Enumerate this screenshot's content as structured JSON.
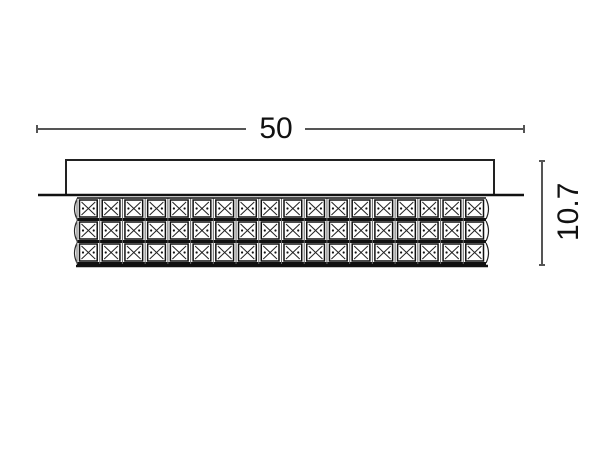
{
  "diagram": {
    "type": "technical-dimension-drawing",
    "subject": "rectangular crystal ceiling light, side elevation",
    "dimensions": {
      "width": {
        "label": "50",
        "orientation": "horizontal"
      },
      "height": {
        "label": "10.7",
        "orientation": "vertical"
      }
    },
    "crystal_band": {
      "columns": 18,
      "rows": 3
    },
    "colors": {
      "line": "#111111",
      "dim_line": "#555555",
      "background": "#ffffff"
    }
  }
}
